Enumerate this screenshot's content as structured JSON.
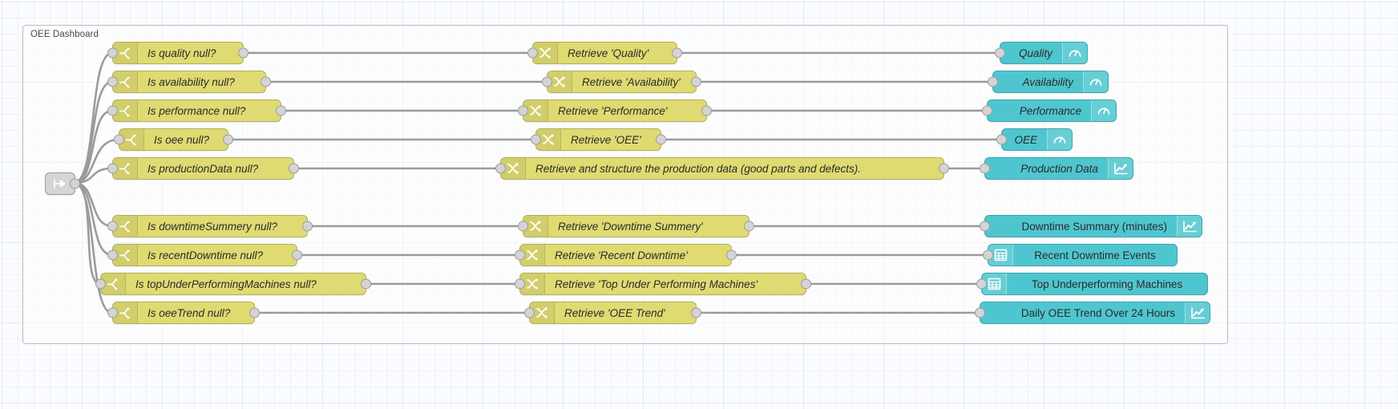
{
  "editor": {
    "group": {
      "label": "OEE Dashboard"
    },
    "colors": {
      "yellow_node": "#dfdb72",
      "cyan_node": "#4fc6cf",
      "wire": "#9b9b9b",
      "canvas": "#fbfcfe",
      "grid": "#e3e9f2"
    }
  },
  "source_node": {
    "name": "inject-source",
    "icon": "inject-icon"
  },
  "switch_nodes": [
    {
      "label": "Is quality null?",
      "icon": "switch-icon"
    },
    {
      "label": "Is availability null?",
      "icon": "switch-icon"
    },
    {
      "label": "Is performance null?",
      "icon": "switch-icon"
    },
    {
      "label": "Is oee null?",
      "icon": "switch-icon"
    },
    {
      "label": "Is productionData null?",
      "icon": "switch-icon"
    },
    {
      "label": "Is downtimeSummery null?",
      "icon": "switch-icon"
    },
    {
      "label": "Is recentDowntime null?",
      "icon": "switch-icon"
    },
    {
      "label": "Is topUnderPerformingMachines null?",
      "icon": "switch-icon"
    },
    {
      "label": "Is oeeTrend null?",
      "icon": "switch-icon"
    }
  ],
  "change_nodes": [
    {
      "label": "Retrieve 'Quality'",
      "icon": "change-icon"
    },
    {
      "label": "Retrieve 'Availability'",
      "icon": "change-icon"
    },
    {
      "label": "Retrieve 'Performance'",
      "icon": "change-icon"
    },
    {
      "label": "Retrieve 'OEE'",
      "icon": "change-icon"
    },
    {
      "label": "Retrieve and structure the production data (good parts and defects).",
      "icon": "change-icon"
    },
    {
      "label": "Retrieve 'Downtime Summery'",
      "icon": "change-icon"
    },
    {
      "label": "Retrieve 'Recent Downtime'",
      "icon": "change-icon"
    },
    {
      "label": "Retrieve 'Top Under Performing Machines'",
      "icon": "change-icon"
    },
    {
      "label": "Retrieve 'OEE Trend'",
      "icon": "change-icon"
    }
  ],
  "dashboard_nodes": [
    {
      "label": "Quality",
      "icon": "gauge-icon",
      "icon_side": "right",
      "italic": true
    },
    {
      "label": "Availability",
      "icon": "gauge-icon",
      "icon_side": "right",
      "italic": true
    },
    {
      "label": "Performance",
      "icon": "gauge-icon",
      "icon_side": "right",
      "italic": true
    },
    {
      "label": "OEE",
      "icon": "gauge-icon",
      "icon_side": "right",
      "italic": true
    },
    {
      "label": "Production Data",
      "icon": "chart-icon",
      "icon_side": "right",
      "italic": true
    },
    {
      "label": "Downtime Summary (minutes)",
      "icon": "chart-icon",
      "icon_side": "right",
      "italic": false
    },
    {
      "label": "Recent Downtime Events",
      "icon": "table-icon",
      "icon_side": "left",
      "italic": false
    },
    {
      "label": "Top Underperforming Machines",
      "icon": "table-icon",
      "icon_side": "left",
      "italic": false
    },
    {
      "label": "Daily OEE Trend Over 24 Hours",
      "icon": "chart-icon",
      "icon_side": "right",
      "italic": false
    }
  ]
}
